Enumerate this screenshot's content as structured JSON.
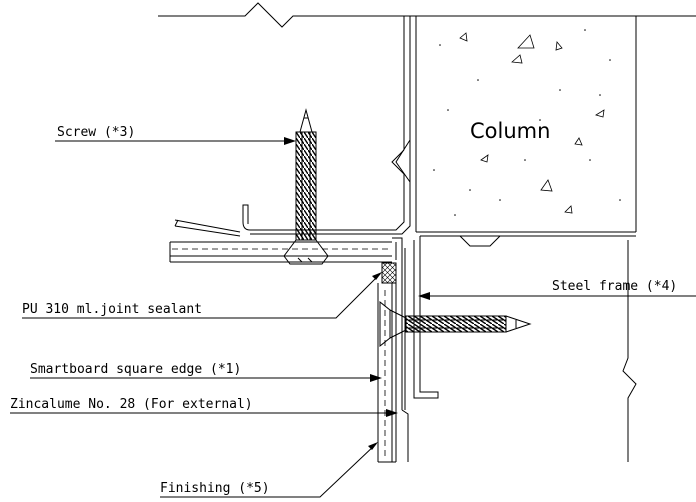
{
  "diagram": {
    "column_label": "Column",
    "labels": {
      "screw": "Screw (*3)",
      "steel_frame": "Steel frame (*4)",
      "sealant": "PU 310 ml.joint sealant",
      "smartboard": "Smartboard square edge (*1)",
      "zincalume": "Zincalume No. 28 (For external)",
      "finishing": "Finishing (*5)"
    }
  }
}
